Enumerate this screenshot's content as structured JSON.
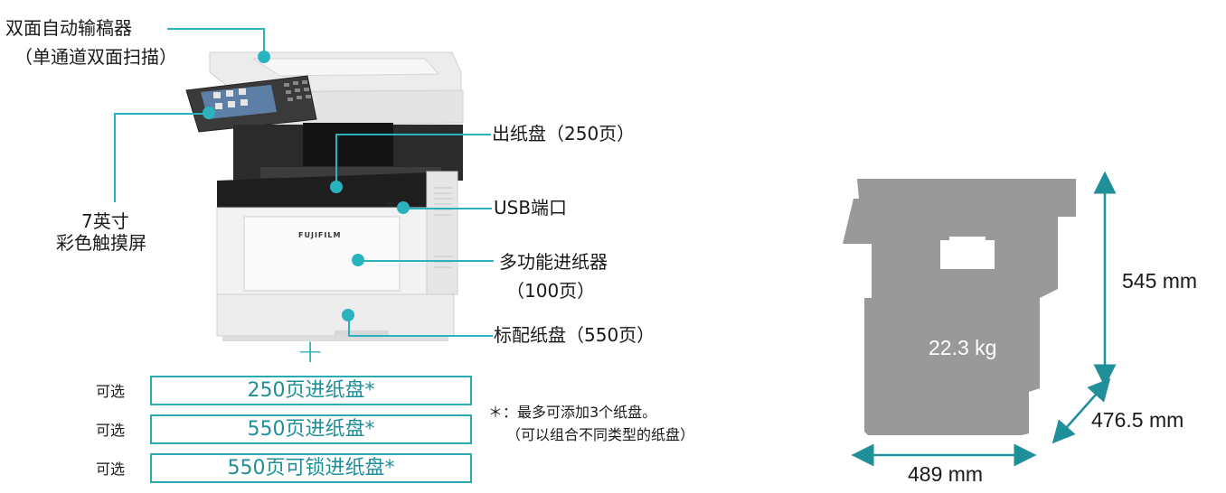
{
  "callouts": {
    "adf_line1": "双面自动输稿器",
    "adf_line2": "（单通道双面扫描）",
    "touch_line1": "7英寸",
    "touch_line2": "彩色触摸屏",
    "output_tray": "出纸盘（250页）",
    "usb_port": "USB端口",
    "bypass_line1": "多功能进纸器",
    "bypass_line2": "（100页）",
    "std_tray": "标配纸盘（550页）"
  },
  "brand_text": "FUJIFILM",
  "plus_sign": "+",
  "options": [
    {
      "tag": "可选",
      "label": "250页进纸盘*"
    },
    {
      "tag": "可选",
      "label": "550页进纸盘*"
    },
    {
      "tag": "可选",
      "label": "550页可锁进纸盘*"
    }
  ],
  "note": {
    "line1": "＊：最多可添加3个纸盘。",
    "line2": "（可以组合不同类型的纸盘）"
  },
  "dimensions": {
    "height": "545 mm",
    "depth": "476.5 mm",
    "width": "489 mm",
    "weight": "22.3 kg"
  },
  "colors": {
    "accent": "#2ab3bc",
    "silhouette": "#999999"
  }
}
